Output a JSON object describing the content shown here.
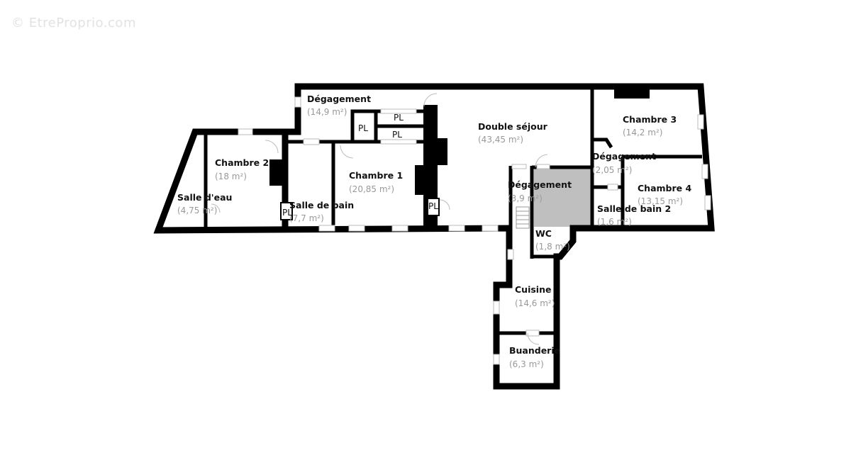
{
  "watermark": "© EtreProprio.com",
  "colors": {
    "wall": "#000000",
    "shaded_area": "#bfbfbf",
    "area_text": "#999999"
  },
  "rooms": [
    {
      "name": "Dégagement",
      "area": "(14,9 m²)"
    },
    {
      "name": "Double séjour",
      "area": "(43,45 m²)"
    },
    {
      "name": "Chambre 3",
      "area": "(14,2 m²)"
    },
    {
      "name": "Chambre 2",
      "area": "(18 m²)"
    },
    {
      "name": "Chambre 1",
      "area": "(20,85 m²)"
    },
    {
      "name": "Dégagement",
      "area": "(2,05 m²)"
    },
    {
      "name": "Chambre 4",
      "area": "(13,15 m²)"
    },
    {
      "name": "Salle d'eau",
      "area": "(4,75 m²)"
    },
    {
      "name": "Salle de bain",
      "area": "(7,7 m²)"
    },
    {
      "name": "Dégagement",
      "area": "(3,9 m²)"
    },
    {
      "name": "Salle de bain 2",
      "area": "(1,6 m²)"
    },
    {
      "name": "WC",
      "area": "(1,8 m²)"
    },
    {
      "name": "Cuisine",
      "area": "(14,6 m²)"
    },
    {
      "name": "Buanderie",
      "area": "(6,3 m²)"
    }
  ],
  "closets": [
    "PL",
    "PL",
    "PL",
    "PL",
    "PL"
  ]
}
